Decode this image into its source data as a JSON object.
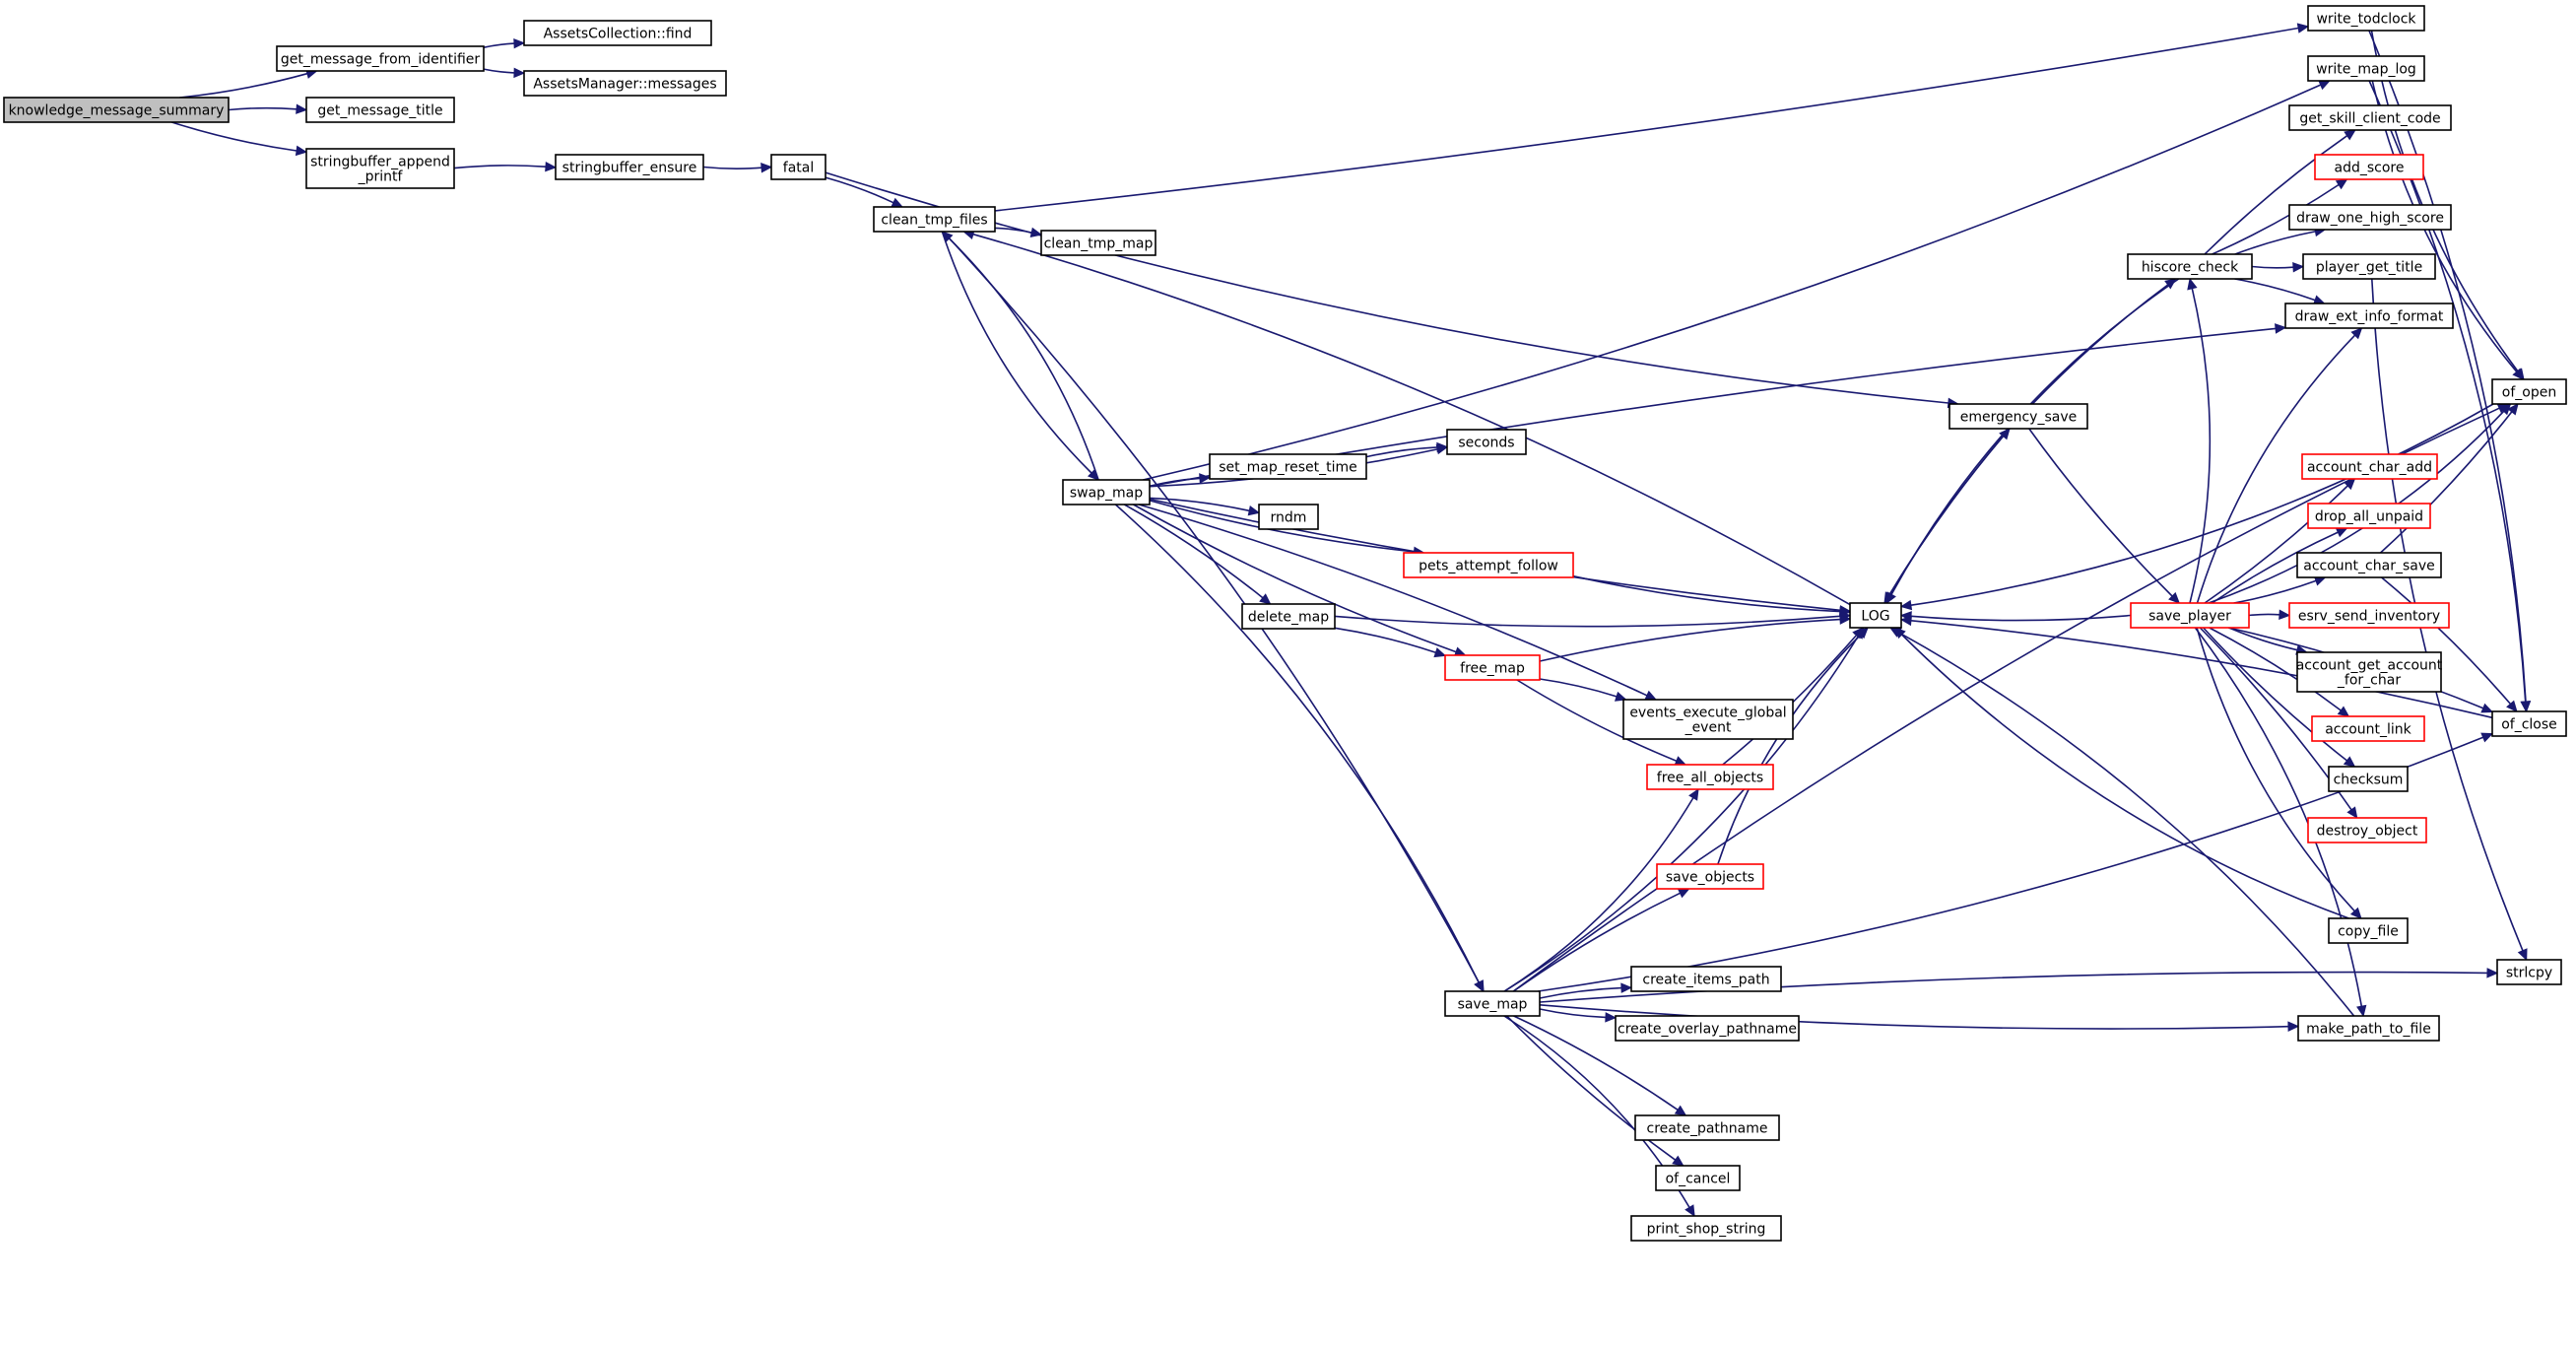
{
  "diagram": {
    "colors": {
      "edge": "#191970",
      "node_border": "#000000",
      "node_border_truncated": "#ff0000",
      "root_fill": "#bfbfbf",
      "node_fill": "#ffffff"
    },
    "nodes": [
      {
        "id": "knowledge_message_summary",
        "label": [
          "knowledge_message_summary"
        ],
        "root": true
      },
      {
        "id": "get_message_from_identifier",
        "label": [
          "get_message_from_identifier"
        ]
      },
      {
        "id": "get_message_title",
        "label": [
          "get_message_title"
        ]
      },
      {
        "id": "stringbuffer_append_printf",
        "label": [
          "stringbuffer_append",
          "_printf"
        ]
      },
      {
        "id": "AssetsCollection_find",
        "label": [
          "AssetsCollection::find"
        ]
      },
      {
        "id": "AssetsManager_messages",
        "label": [
          "AssetsManager::messages"
        ]
      },
      {
        "id": "stringbuffer_ensure",
        "label": [
          "stringbuffer_ensure"
        ]
      },
      {
        "id": "fatal",
        "label": [
          "fatal"
        ]
      },
      {
        "id": "clean_tmp_files",
        "label": [
          "clean_tmp_files"
        ]
      },
      {
        "id": "clean_tmp_map",
        "label": [
          "clean_tmp_map"
        ]
      },
      {
        "id": "swap_map",
        "label": [
          "swap_map"
        ]
      },
      {
        "id": "set_map_reset_time",
        "label": [
          "set_map_reset_time"
        ]
      },
      {
        "id": "seconds",
        "label": [
          "seconds"
        ]
      },
      {
        "id": "rndm",
        "label": [
          "rndm"
        ]
      },
      {
        "id": "pets_attempt_follow",
        "label": [
          "pets_attempt_follow"
        ],
        "red": true
      },
      {
        "id": "delete_map",
        "label": [
          "delete_map"
        ]
      },
      {
        "id": "free_map",
        "label": [
          "free_map"
        ],
        "red": true
      },
      {
        "id": "events_execute_global_event",
        "label": [
          "events_execute_global",
          "_event"
        ]
      },
      {
        "id": "free_all_objects",
        "label": [
          "free_all_objects"
        ],
        "red": true
      },
      {
        "id": "save_objects",
        "label": [
          "save_objects"
        ],
        "red": true
      },
      {
        "id": "save_map",
        "label": [
          "save_map"
        ]
      },
      {
        "id": "create_items_path",
        "label": [
          "create_items_path"
        ]
      },
      {
        "id": "create_overlay_pathname",
        "label": [
          "create_overlay_pathname"
        ]
      },
      {
        "id": "create_pathname",
        "label": [
          "create_pathname"
        ]
      },
      {
        "id": "of_cancel",
        "label": [
          "of_cancel"
        ]
      },
      {
        "id": "print_shop_string",
        "label": [
          "print_shop_string"
        ]
      },
      {
        "id": "LOG",
        "label": [
          "LOG"
        ]
      },
      {
        "id": "emergency_save",
        "label": [
          "emergency_save"
        ]
      },
      {
        "id": "hiscore_check",
        "label": [
          "hiscore_check"
        ]
      },
      {
        "id": "save_player",
        "label": [
          "save_player"
        ],
        "red": true
      },
      {
        "id": "write_todclock",
        "label": [
          "write_todclock"
        ]
      },
      {
        "id": "write_map_log",
        "label": [
          "write_map_log"
        ]
      },
      {
        "id": "get_skill_client_code",
        "label": [
          "get_skill_client_code"
        ]
      },
      {
        "id": "add_score",
        "label": [
          "add_score"
        ],
        "red": true
      },
      {
        "id": "draw_one_high_score",
        "label": [
          "draw_one_high_score"
        ]
      },
      {
        "id": "player_get_title",
        "label": [
          "player_get_title"
        ]
      },
      {
        "id": "draw_ext_info_format",
        "label": [
          "draw_ext_info_format"
        ]
      },
      {
        "id": "account_char_add",
        "label": [
          "account_char_add"
        ],
        "red": true
      },
      {
        "id": "drop_all_unpaid",
        "label": [
          "drop_all_unpaid"
        ],
        "red": true
      },
      {
        "id": "account_char_save",
        "label": [
          "account_char_save"
        ]
      },
      {
        "id": "esrv_send_inventory",
        "label": [
          "esrv_send_inventory"
        ],
        "red": true
      },
      {
        "id": "account_get_account_for_char",
        "label": [
          "account_get_account",
          "_for_char"
        ]
      },
      {
        "id": "account_link",
        "label": [
          "account_link"
        ],
        "red": true
      },
      {
        "id": "checksum",
        "label": [
          "checksum"
        ]
      },
      {
        "id": "destroy_object",
        "label": [
          "destroy_object"
        ],
        "red": true
      },
      {
        "id": "copy_file",
        "label": [
          "copy_file"
        ]
      },
      {
        "id": "make_path_to_file",
        "label": [
          "make_path_to_file"
        ]
      },
      {
        "id": "of_open",
        "label": [
          "of_open"
        ]
      },
      {
        "id": "of_close",
        "label": [
          "of_close"
        ]
      },
      {
        "id": "strlcpy",
        "label": [
          "strlcpy"
        ]
      }
    ],
    "edges": [
      [
        "knowledge_message_summary",
        "get_message_from_identifier"
      ],
      [
        "knowledge_message_summary",
        "get_message_title"
      ],
      [
        "knowledge_message_summary",
        "stringbuffer_append_printf"
      ],
      [
        "get_message_from_identifier",
        "AssetsCollection_find"
      ],
      [
        "get_message_from_identifier",
        "AssetsManager_messages"
      ],
      [
        "stringbuffer_append_printf",
        "stringbuffer_ensure"
      ],
      [
        "stringbuffer_ensure",
        "fatal"
      ],
      [
        "fatal",
        "clean_tmp_files"
      ],
      [
        "fatal",
        "emergency_save"
      ],
      [
        "clean_tmp_files",
        "clean_tmp_map"
      ],
      [
        "clean_tmp_files",
        "swap_map"
      ],
      [
        "clean_tmp_files",
        "save_map"
      ],
      [
        "clean_tmp_files",
        "write_todclock"
      ],
      [
        "swap_map",
        "set_map_reset_time"
      ],
      [
        "swap_map",
        "seconds"
      ],
      [
        "swap_map",
        "rndm"
      ],
      [
        "swap_map",
        "pets_attempt_follow"
      ],
      [
        "swap_map",
        "delete_map"
      ],
      [
        "swap_map",
        "free_map"
      ],
      [
        "swap_map",
        "events_execute_global_event"
      ],
      [
        "swap_map",
        "LOG"
      ],
      [
        "swap_map",
        "save_map"
      ],
      [
        "swap_map",
        "write_map_log"
      ],
      [
        "swap_map",
        "draw_ext_info_format"
      ],
      [
        "swap_map",
        "clean_tmp_files"
      ],
      [
        "set_map_reset_time",
        "seconds"
      ],
      [
        "pets_attempt_follow",
        "LOG"
      ],
      [
        "delete_map",
        "free_map"
      ],
      [
        "delete_map",
        "LOG"
      ],
      [
        "free_map",
        "events_execute_global_event"
      ],
      [
        "free_map",
        "free_all_objects"
      ],
      [
        "free_map",
        "LOG"
      ],
      [
        "free_all_objects",
        "LOG"
      ],
      [
        "save_objects",
        "LOG"
      ],
      [
        "save_map",
        "free_all_objects"
      ],
      [
        "save_map",
        "save_objects"
      ],
      [
        "save_map",
        "LOG"
      ],
      [
        "save_map",
        "create_items_path"
      ],
      [
        "save_map",
        "create_overlay_pathname"
      ],
      [
        "save_map",
        "create_pathname"
      ],
      [
        "save_map",
        "of_cancel"
      ],
      [
        "save_map",
        "print_shop_string"
      ],
      [
        "save_map",
        "make_path_to_file"
      ],
      [
        "save_map",
        "of_open"
      ],
      [
        "save_map",
        "of_close"
      ],
      [
        "save_map",
        "strlcpy"
      ],
      [
        "LOG",
        "clean_tmp_files"
      ],
      [
        "LOG",
        "emergency_save"
      ],
      [
        "emergency_save",
        "LOG"
      ],
      [
        "emergency_save",
        "hiscore_check"
      ],
      [
        "emergency_save",
        "save_player"
      ],
      [
        "hiscore_check",
        "get_skill_client_code"
      ],
      [
        "hiscore_check",
        "add_score"
      ],
      [
        "hiscore_check",
        "draw_one_high_score"
      ],
      [
        "hiscore_check",
        "player_get_title"
      ],
      [
        "hiscore_check",
        "draw_ext_info_format"
      ],
      [
        "hiscore_check",
        "LOG"
      ],
      [
        "save_player",
        "LOG"
      ],
      [
        "save_player",
        "hiscore_check"
      ],
      [
        "save_player",
        "draw_ext_info_format"
      ],
      [
        "save_player",
        "account_char_add"
      ],
      [
        "save_player",
        "drop_all_unpaid"
      ],
      [
        "save_player",
        "account_char_save"
      ],
      [
        "save_player",
        "esrv_send_inventory"
      ],
      [
        "save_player",
        "account_get_account_for_char"
      ],
      [
        "save_player",
        "account_link"
      ],
      [
        "save_player",
        "checksum"
      ],
      [
        "save_player",
        "destroy_object"
      ],
      [
        "save_player",
        "copy_file"
      ],
      [
        "save_player",
        "make_path_to_file"
      ],
      [
        "save_player",
        "of_open"
      ],
      [
        "save_player",
        "of_close"
      ],
      [
        "write_todclock",
        "of_open"
      ],
      [
        "write_todclock",
        "of_close"
      ],
      [
        "write_map_log",
        "of_open"
      ],
      [
        "write_map_log",
        "of_close"
      ],
      [
        "account_char_save",
        "of_open"
      ],
      [
        "account_char_save",
        "of_close"
      ],
      [
        "player_get_title",
        "strlcpy"
      ],
      [
        "copy_file",
        "LOG"
      ],
      [
        "make_path_to_file",
        "LOG"
      ],
      [
        "of_open",
        "LOG"
      ],
      [
        "of_close",
        "LOG"
      ]
    ]
  }
}
